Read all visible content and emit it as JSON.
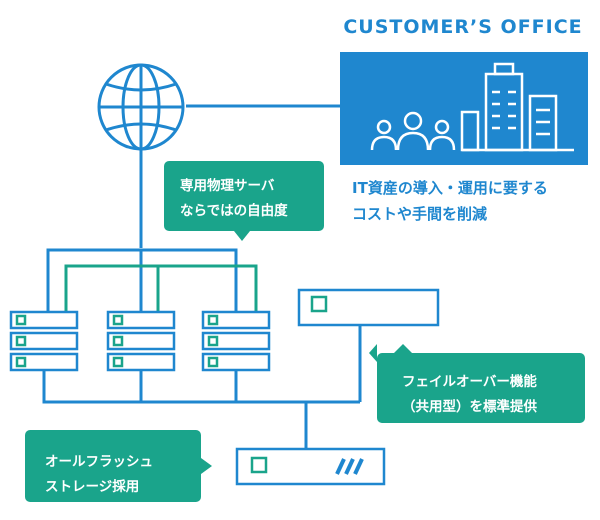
{
  "office": {
    "title": "CUSTOMER’S OFFICE"
  },
  "benefit": {
    "line1": "IT資産の導入・運用に要する",
    "line2": "コストや手間を削減"
  },
  "callouts": {
    "dedicated_server": {
      "line1": "専用物理サーバ",
      "line2": "ならではの自由度"
    },
    "failover": {
      "line1": "フェイルオーバー機能",
      "line2": "（共用型）を標準提供"
    },
    "all_flash": {
      "line1": "オールフラッシュ",
      "line2": "ストレージ採用"
    }
  },
  "colors": {
    "blue": "#1f87cf",
    "teal": "#1aa48b",
    "white": "#ffffff"
  },
  "icons": [
    "globe-icon",
    "people-icon",
    "building-icon",
    "server-rack-icon",
    "storage-icon"
  ]
}
